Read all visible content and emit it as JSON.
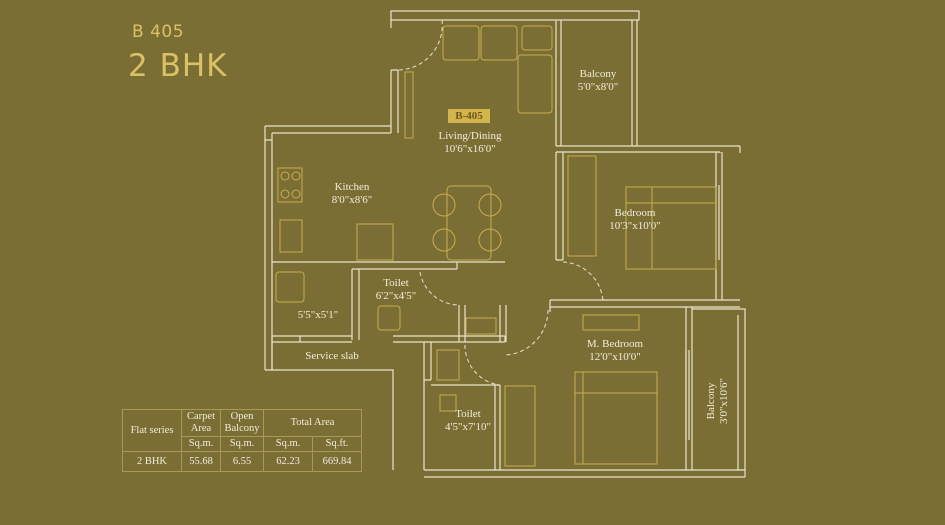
{
  "header": {
    "unit": "B 405",
    "type": "2 BHK"
  },
  "plan_badge": "B-405",
  "colors": {
    "background": "#7b6e35",
    "wall": "#e8e4cc",
    "furniture": "#c9ad4e",
    "title": "#d9c166",
    "badge": "#d4b54d"
  },
  "rooms": [
    {
      "name": "Living/Dining",
      "size": "10'6\"x16'0\""
    },
    {
      "name": "Balcony",
      "size": "5'0\"x8'0\""
    },
    {
      "name": "Kitchen",
      "size": "8'0\"x8'6\""
    },
    {
      "name": "Bedroom",
      "size": "10'3\"x10'0\""
    },
    {
      "name": "Toilet",
      "size": "6'2\"x4'5\""
    },
    {
      "name": "",
      "size": "5'5\"x5'1\""
    },
    {
      "name": "Service slab",
      "size": ""
    },
    {
      "name": "M. Bedroom",
      "size": "12'0\"x10'0\""
    },
    {
      "name": "Toilet",
      "size": "4'5\"x7'10\""
    },
    {
      "name": "Balcony",
      "size": "3'0\"x10'6\""
    }
  ],
  "area_table": {
    "headers": {
      "flat_series": "Flat series",
      "carpet": "Carpet Area",
      "open_balcony": "Open Balcony",
      "total": "Total Area"
    },
    "units": {
      "carpet": "Sq.m.",
      "balcony": "Sq.m.",
      "total_sqm": "Sq.m.",
      "total_sqft": "Sq.ft."
    },
    "row": {
      "series": "2 BHK",
      "carpet": "55.68",
      "balcony": "6.55",
      "total_sqm": "62.23",
      "total_sqft": "669.84"
    }
  }
}
